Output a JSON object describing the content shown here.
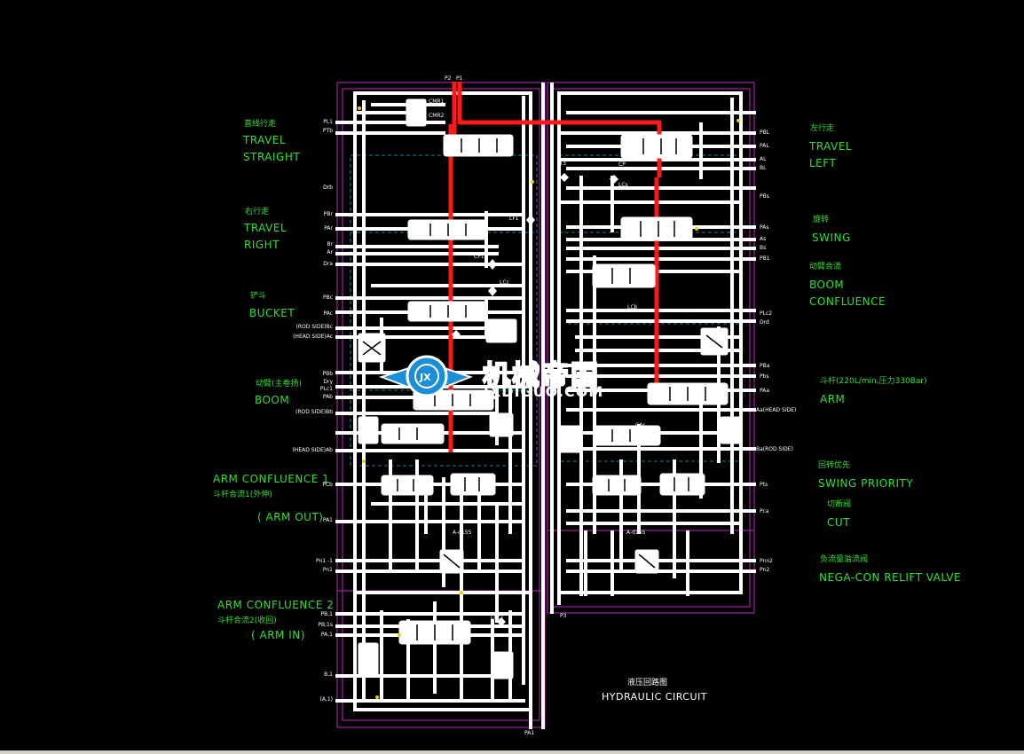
{
  "labels_left": [
    {
      "cn": "直线行走",
      "en": [
        "TRAVEL",
        "STRAIGHT"
      ]
    },
    {
      "cn": "右行走",
      "en": [
        "TRAVEL",
        "RIGHT"
      ]
    },
    {
      "cn": "铲斗",
      "en": [
        "BUCKET"
      ]
    },
    {
      "cn": "动臂(主卷扬)",
      "en": [
        "BOOM"
      ]
    },
    {
      "en_first": "ARM CONFLUENCE 1",
      "cn": "斗杆合流1(外伸)",
      "en": [
        "( ARM OUT)"
      ]
    },
    {
      "en_first": "ARM CONFLUENCE 2",
      "cn": "斗杆合流2(收回)",
      "en": [
        "( ARM IN)"
      ]
    }
  ],
  "labels_right": [
    {
      "cn": "左行走",
      "en": [
        "TRAVEL",
        "LEFT"
      ]
    },
    {
      "cn": "旋转",
      "en": [
        "SWING"
      ]
    },
    {
      "cn": "动臂合流",
      "en": [
        "BOOM",
        "CONFLUENCE"
      ]
    },
    {
      "cn": "斗杆(220L/min,压力330Bar)",
      "en": [
        "ARM"
      ]
    },
    {
      "cn": "回转优先",
      "en": [
        "SWING PRIORITY"
      ]
    },
    {
      "cn": "切断阀",
      "en": [
        "CUT"
      ]
    },
    {
      "cn": "负流量溢流阀",
      "en": [
        "NEGA-CON RELIFT VALVE"
      ]
    }
  ],
  "ports_left": [
    "PL1",
    "PTb",
    "Drb",
    "PBr",
    "PAr",
    "Br",
    "Ar",
    "Dra",
    "PBc",
    "PAc",
    "(ROD SIDE)Bc",
    "(HEAD SIDE)Ac",
    "PBb",
    "Dry",
    "PLc1",
    "PAb",
    "(ROD SIDE)Bb",
    "(HEAD SIDE)Ab",
    "PCb",
    "PA1",
    "Pn1 -1",
    "Pn1",
    "PB,1",
    "PB,1s",
    "PA,1",
    "B,1",
    "(A,1)"
  ],
  "ports_right": [
    "PBL",
    "PAL",
    "AL",
    "BL",
    "PBs",
    "PAs",
    "As",
    "Bs",
    "PB1",
    "PLc2",
    "Drd",
    "PBa",
    "Pbs",
    "PAa",
    "Aa(HEAD SIDE)",
    "Ba(ROD SIDE)",
    "Pts",
    "Pca",
    "Pnn2",
    "Pn2"
  ],
  "inner_labels": [
    "P2",
    "P1",
    "CMR1",
    "CMR2",
    "LT3",
    "CP",
    "LCs",
    "LF1",
    "CP1",
    "LCc",
    "LCb",
    "CAr",
    "A-d155",
    "A-d155",
    "LCc1",
    "P3",
    "PA1"
  ],
  "watermark": {
    "cn": "机械帝国",
    "en": "JXDIGUO.COM",
    "badge": "JX"
  },
  "title": {
    "cn": "液压回路图",
    "en": "HYDRAULIC CIRCUIT"
  },
  "colors": {
    "background": "#000000",
    "line": "#ffffff",
    "highlight": "#ff1a1a",
    "frame": "#c026c0",
    "dashed": "#2aa7c9",
    "label": "#2fe02f",
    "watermark": "#1a8fd8",
    "status_strip": "#d4d0c8"
  }
}
